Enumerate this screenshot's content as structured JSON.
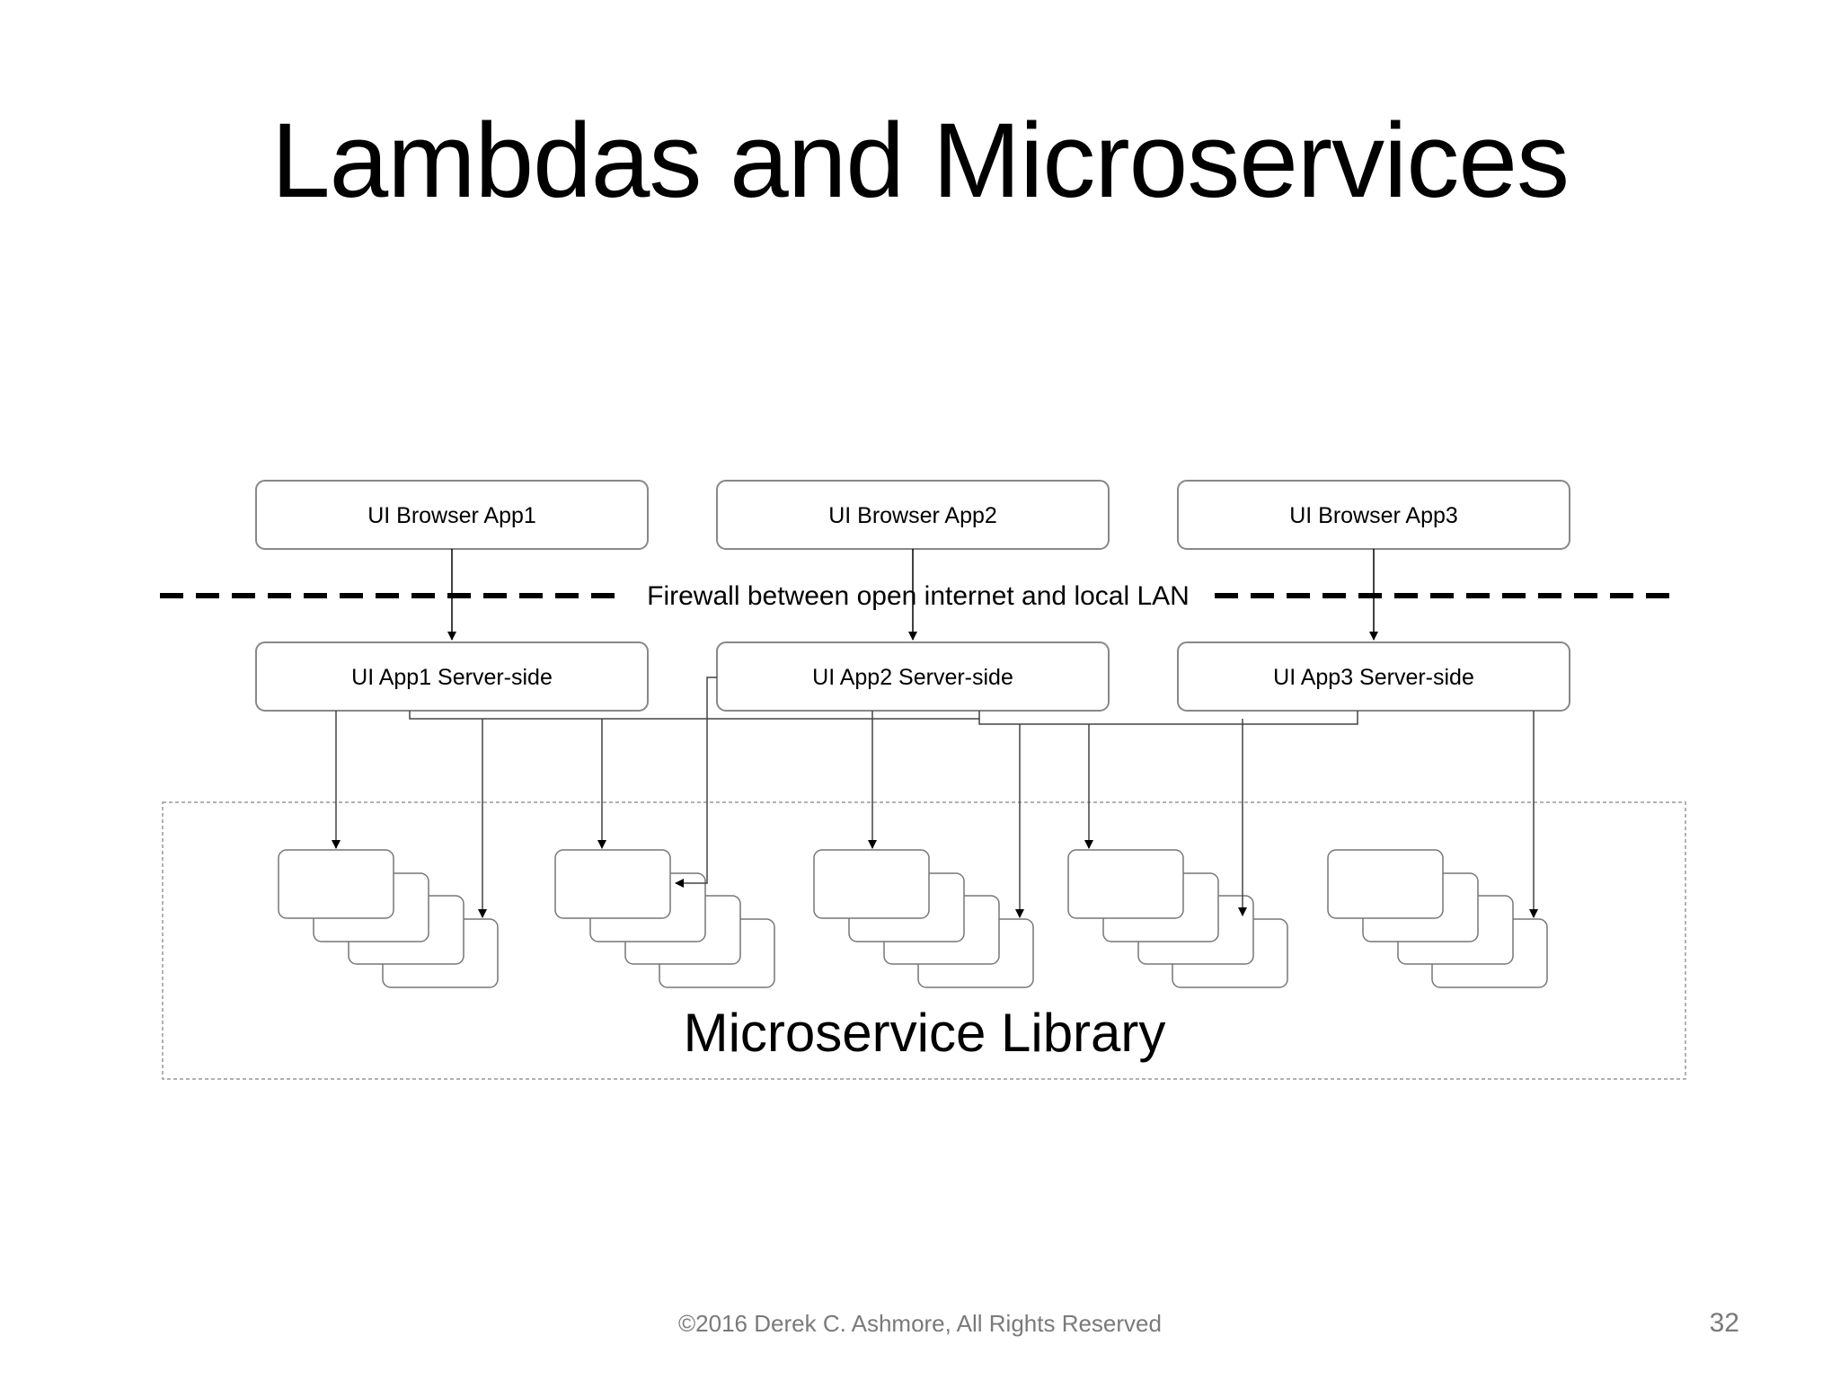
{
  "slide": {
    "title": "Lambdas and Microservices",
    "footer": "©2016 Derek C. Ashmore, All Rights Reserved",
    "page_number": "32"
  },
  "diagram": {
    "browser_apps": [
      "UI Browser App1",
      "UI Browser App2",
      "UI Browser App3"
    ],
    "firewall_label": "Firewall between open internet and local LAN",
    "server_apps": [
      "UI App1 Server-side",
      "UI App2 Server-side",
      "UI App3 Server-side"
    ],
    "library_label": "Microservice Library",
    "microservice_stack_count": 5,
    "cards_per_stack": 4
  }
}
